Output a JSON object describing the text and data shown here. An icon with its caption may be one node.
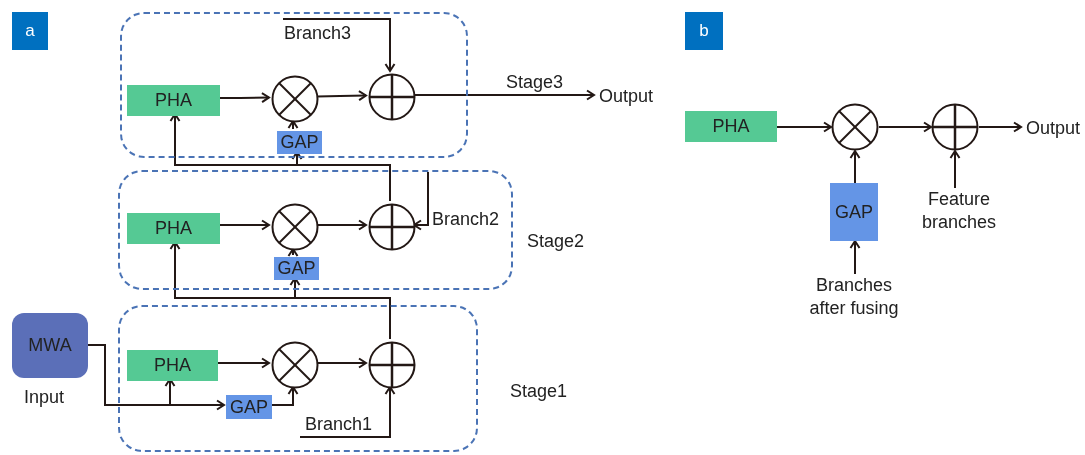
{
  "diagram": {
    "nodes": [
      {
        "text": [
          "a"
        ]
      },
      {
        "text": [],
        "shape": "box",
        "beside": [
          "Stage3"
        ]
      },
      {
        "text": [
          "PHA"
        ],
        "in": 1
      },
      {
        "text": [],
        "shape": "circle",
        "in": 1
      },
      {
        "text": [],
        "shape": "circle",
        "in": 1
      },
      {
        "text": [
          "GAP"
        ],
        "in": 1
      },
      {
        "text": [
          "Output"
        ]
      },
      {
        "text": [],
        "shape": "box",
        "beside": [
          "Stage2"
        ]
      },
      {
        "text": [
          "PHA"
        ],
        "in": 7
      },
      {
        "text": [],
        "shape": "circle",
        "in": 7
      },
      {
        "text": [],
        "shape": "circle",
        "in": 7
      },
      {
        "text": [
          "GAP"
        ],
        "in": 7
      },
      {
        "text": [
          "MWA"
        ],
        "beside": [
          "Input"
        ]
      },
      {
        "text": [],
        "shape": "box",
        "beside": [
          "Stage1"
        ]
      },
      {
        "text": [
          "PHA"
        ],
        "in": 13
      },
      {
        "text": [],
        "shape": "circle",
        "in": 13
      },
      {
        "text": [],
        "shape": "circle",
        "in": 13
      },
      {
        "text": [
          "GAP"
        ],
        "in": 13
      },
      {
        "text": [
          "b"
        ]
      },
      {
        "text": [
          "PHA"
        ]
      },
      {
        "text": [],
        "shape": "circle"
      },
      {
        "text": [],
        "shape": "circle"
      },
      {
        "text": [
          "Output"
        ]
      },
      {
        "text": [
          "GAP"
        ]
      },
      {
        "text": [
          "Branches after fusing"
        ]
      },
      {
        "text": [
          "Feature branches"
        ]
      }
    ],
    "edges": [
      {
        "from": 2,
        "to": 3,
        "arrow": "to"
      },
      {
        "from": 5,
        "to": 3,
        "arrow": "to"
      },
      {
        "from": 3,
        "to": 4,
        "arrow": "to"
      },
      {
        "from": null,
        "to": 4,
        "arrow": "to",
        "label": "Branch3"
      },
      {
        "from": 4,
        "to": 6,
        "arrow": "to"
      },
      {
        "from": 8,
        "to": 9,
        "arrow": "to"
      },
      {
        "from": 11,
        "to": 9,
        "arrow": "to"
      },
      {
        "from": 9,
        "to": 10,
        "arrow": "to"
      },
      {
        "from": null,
        "to": 10,
        "arrow": "to",
        "label": "Branch2"
      },
      {
        "from": 10,
        "to": 2,
        "arrow": "to"
      },
      {
        "from": 10,
        "to": 5,
        "arrow": "to"
      },
      {
        "from": 12,
        "to": 14,
        "arrow": "to"
      },
      {
        "from": 12,
        "to": 17,
        "arrow": "to"
      },
      {
        "from": 14,
        "to": 15,
        "arrow": "to"
      },
      {
        "from": 17,
        "to": 15,
        "arrow": "to"
      },
      {
        "from": 15,
        "to": 16,
        "arrow": "to"
      },
      {
        "from": null,
        "to": 16,
        "arrow": "to",
        "label": "Branch1"
      },
      {
        "from": 16,
        "to": 8,
        "arrow": "to"
      },
      {
        "from": 16,
        "to": 11,
        "arrow": "to"
      },
      {
        "from": 19,
        "to": 20,
        "arrow": "to"
      },
      {
        "from": 23,
        "to": 20,
        "arrow": "to"
      },
      {
        "from": 20,
        "to": 21,
        "arrow": "to"
      },
      {
        "from": 21,
        "to": 22,
        "arrow": "to"
      },
      {
        "from": 25,
        "to": 21,
        "arrow": "to"
      },
      {
        "from": 24,
        "to": 23,
        "arrow": "to"
      }
    ]
  }
}
